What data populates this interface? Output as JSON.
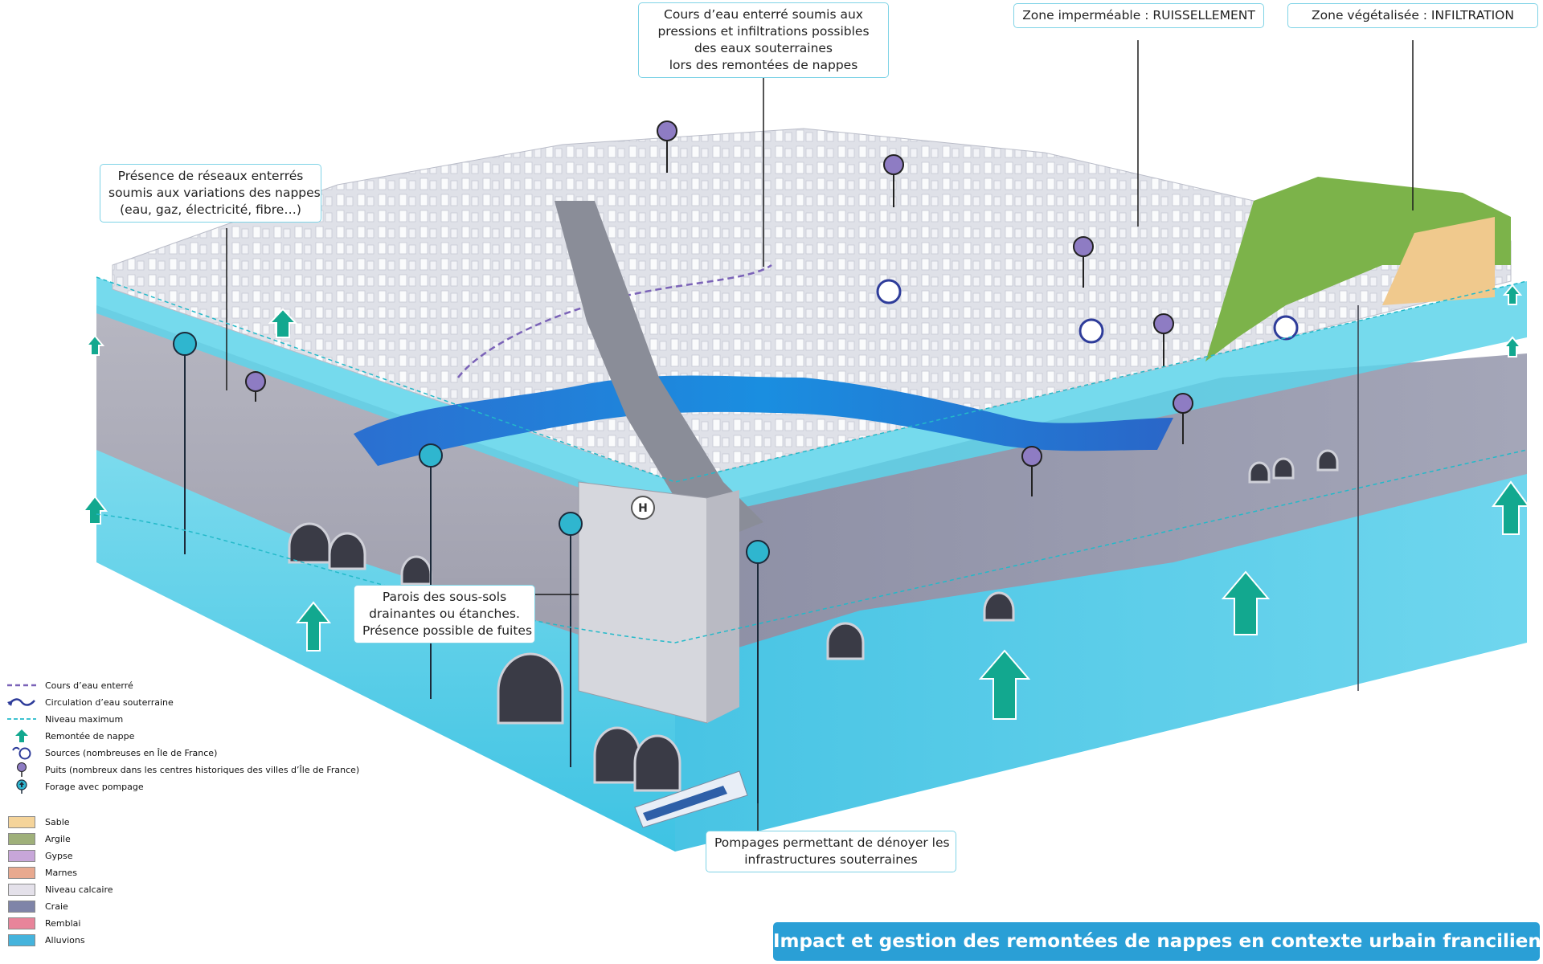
{
  "callouts": {
    "buried_stream": {
      "lines": [
        "Cours d’eau enterré soumis aux",
        "pressions et infiltrations possibles",
        "des eaux souterraines",
        "lors des remontées de nappes"
      ]
    },
    "impermeable": {
      "lines": [
        "Zone imperméable : RUISSELLEMENT"
      ]
    },
    "vegetated": {
      "lines": [
        "Zone végétalisée : INFILTRATION"
      ]
    },
    "networks": {
      "lines": [
        "Présence de réseaux enterrés",
        "soumis aux variations des nappes",
        "(eau, gaz, électricité, fibre…)"
      ]
    },
    "basement_walls": {
      "lines": [
        "Parois des sous-sols",
        "drainantes ou étanches.",
        "Présence possible de fuites"
      ]
    },
    "pumping": {
      "lines": [
        "Pompages permettant de dénoyer les",
        "infrastructures souterraines"
      ]
    }
  },
  "legend": {
    "symbols": [
      {
        "icon": "dashed-purple-line-icon",
        "label": "Cours d’eau enterré"
      },
      {
        "icon": "wavy-arrow-icon",
        "label": "Circulation d’eau souterraine"
      },
      {
        "icon": "dashed-cyan-line-icon",
        "label": "Niveau maximum"
      },
      {
        "icon": "up-arrow-icon",
        "label": "Remontée de nappe"
      },
      {
        "icon": "spring-circle-icon",
        "label": "Sources (nombreuses en Île de France)"
      },
      {
        "icon": "well-pin-icon",
        "label": "Puits (nombreux dans les centres historiques des villes d’Île de France)"
      },
      {
        "icon": "borehole-pump-icon",
        "label": "Forage avec pompage"
      }
    ],
    "layers": [
      {
        "label": "Sable",
        "color": "#f5d49a"
      },
      {
        "label": "Argile",
        "color": "#9fb07a"
      },
      {
        "label": "Gypse",
        "color": "#c7a6d9"
      },
      {
        "label": "Marnes",
        "color": "#e8a98f"
      },
      {
        "label": "Niveau calcaire",
        "color": "#e4e1ea"
      },
      {
        "label": "Craie",
        "color": "#7f84a8"
      },
      {
        "label": "Remblai",
        "color": "#e8849a"
      },
      {
        "label": "Alluvions",
        "color": "#45b3dc"
      }
    ]
  },
  "colors": {
    "aquifer": "#5fd0e8",
    "rock": "#8e90a4",
    "river": "#1e7fd6",
    "arrow": "#12a88f",
    "well": "#8e7cc3",
    "title_bg": "#2a9fd6"
  },
  "title": "Impact et gestion des remontées de nappes en contexte urbain francilien"
}
